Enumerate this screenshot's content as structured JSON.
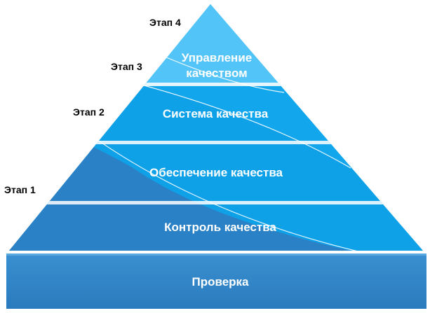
{
  "layers": {
    "top": {
      "line1": "Управление",
      "line2": "качеством"
    },
    "system": "Система качества",
    "assurance": "Обеспечение качества",
    "control": "Контроль качества",
    "base": "Проверка"
  },
  "stages": {
    "stage4": "Этап 4",
    "stage3": "Этап 3",
    "stage2": "Этап 2",
    "stage1": "Этап 1"
  },
  "colors": {
    "light_blue": "#53c4f7",
    "mid_blue": "#12a6ec",
    "deep_blue": "#078fd8",
    "dark_blue": "#2b81c6",
    "base_blue": "#3287c8"
  }
}
